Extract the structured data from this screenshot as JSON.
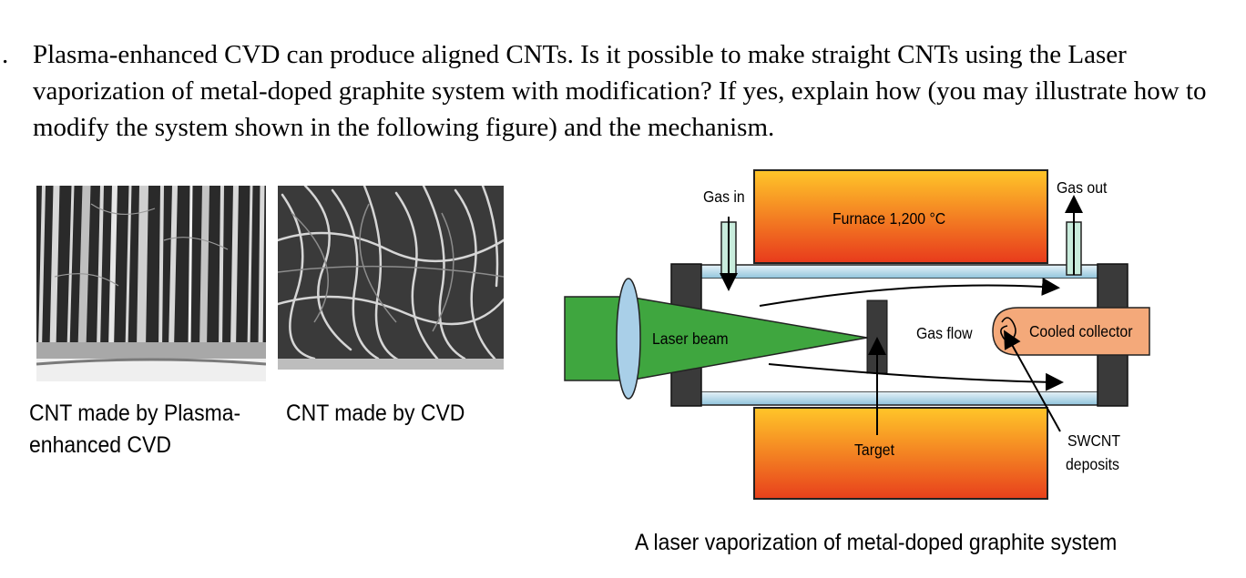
{
  "question": {
    "number": ".",
    "text": "Plasma-enhanced CVD can produce aligned CNTs. Is it possible to make straight CNTs using the Laser vaporization of metal-doped graphite system with modification? If yes, explain how (you may illustrate how to modify the system shown in the following figure) and the mechanism."
  },
  "images": [
    {
      "caption_line1": "CNT made by Plasma-",
      "caption_line2": "enhanced CVD"
    },
    {
      "caption_line1": "CNT made by CVD"
    }
  ],
  "diagram": {
    "labels": {
      "gas_in": "Gas in",
      "gas_out": "Gas out",
      "furnace": "Furnace 1,200 °C",
      "laser_beam": "Laser beam",
      "gas_flow": "Gas flow",
      "cooled_collector": "Cooled collector",
      "target": "Target",
      "swcnt_line1": "SWCNT",
      "swcnt_line2": "deposits"
    },
    "colors": {
      "laser": "#3fa63f",
      "lens": "#a9cfe8",
      "collector": "#f4a97a",
      "furnace_top": "#ffbf20",
      "furnace_bottom": "#e83a1c"
    },
    "caption": "A laser vaporization of metal-doped graphite system"
  }
}
